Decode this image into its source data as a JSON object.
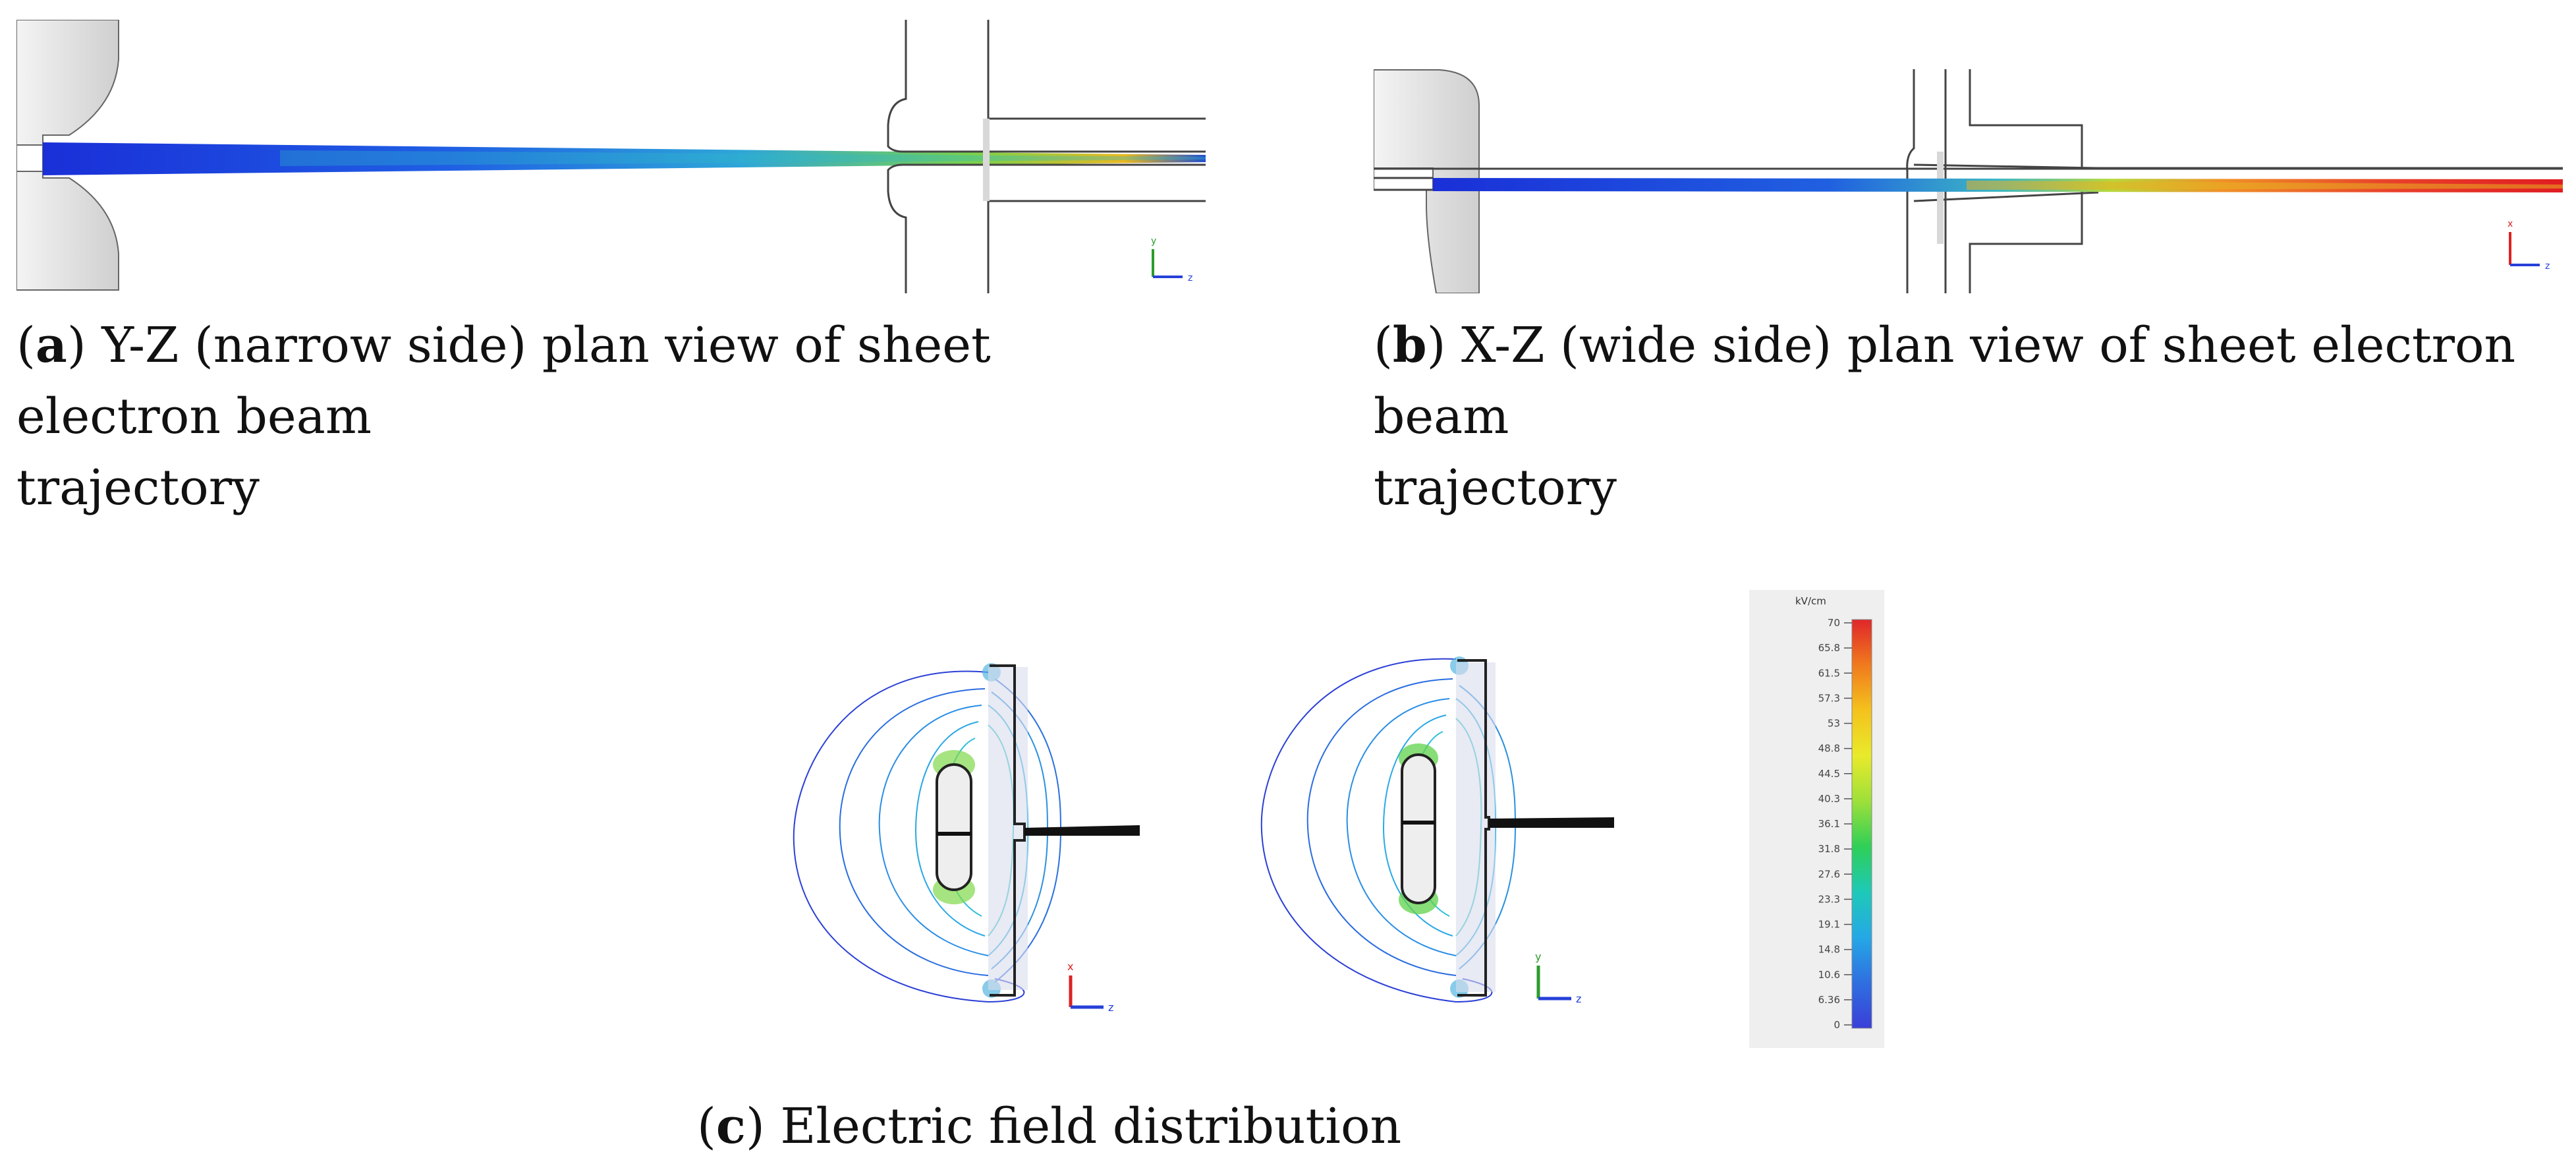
{
  "panels": {
    "a": {
      "label": "a",
      "caption_line1": "Y-Z (narrow side) plan view of sheet electron beam",
      "caption_line2": "trajectory",
      "axis_vertical": "y",
      "axis_horizontal": "z"
    },
    "b": {
      "label": "b",
      "caption_line1": "X-Z (wide side) plan view of sheet electron beam",
      "caption_line2": "trajectory",
      "axis_vertical": "x",
      "axis_horizontal": "z"
    },
    "c": {
      "label": "c",
      "caption": "Electric field distribution",
      "left_axis_vertical": "x",
      "left_axis_horizontal": "z",
      "right_axis_vertical": "y",
      "right_axis_horizontal": "z"
    }
  },
  "colorbar": {
    "unit": "kV/cm",
    "ticks": [
      "70",
      "65.8",
      "61.5",
      "57.3",
      "53",
      "48.8",
      "44.5",
      "40.3",
      "36.1",
      "31.8",
      "27.6",
      "23.3",
      "19.1",
      "14.8",
      "10.6",
      "6.36",
      "0"
    ],
    "colors": [
      "#e0262a",
      "#f07a1e",
      "#f4c21d",
      "#e9ea2b",
      "#9ee03a",
      "#2fcf57",
      "#1ec9b8",
      "#25a8e6",
      "#2f6fe0",
      "#3a3fd8"
    ]
  }
}
